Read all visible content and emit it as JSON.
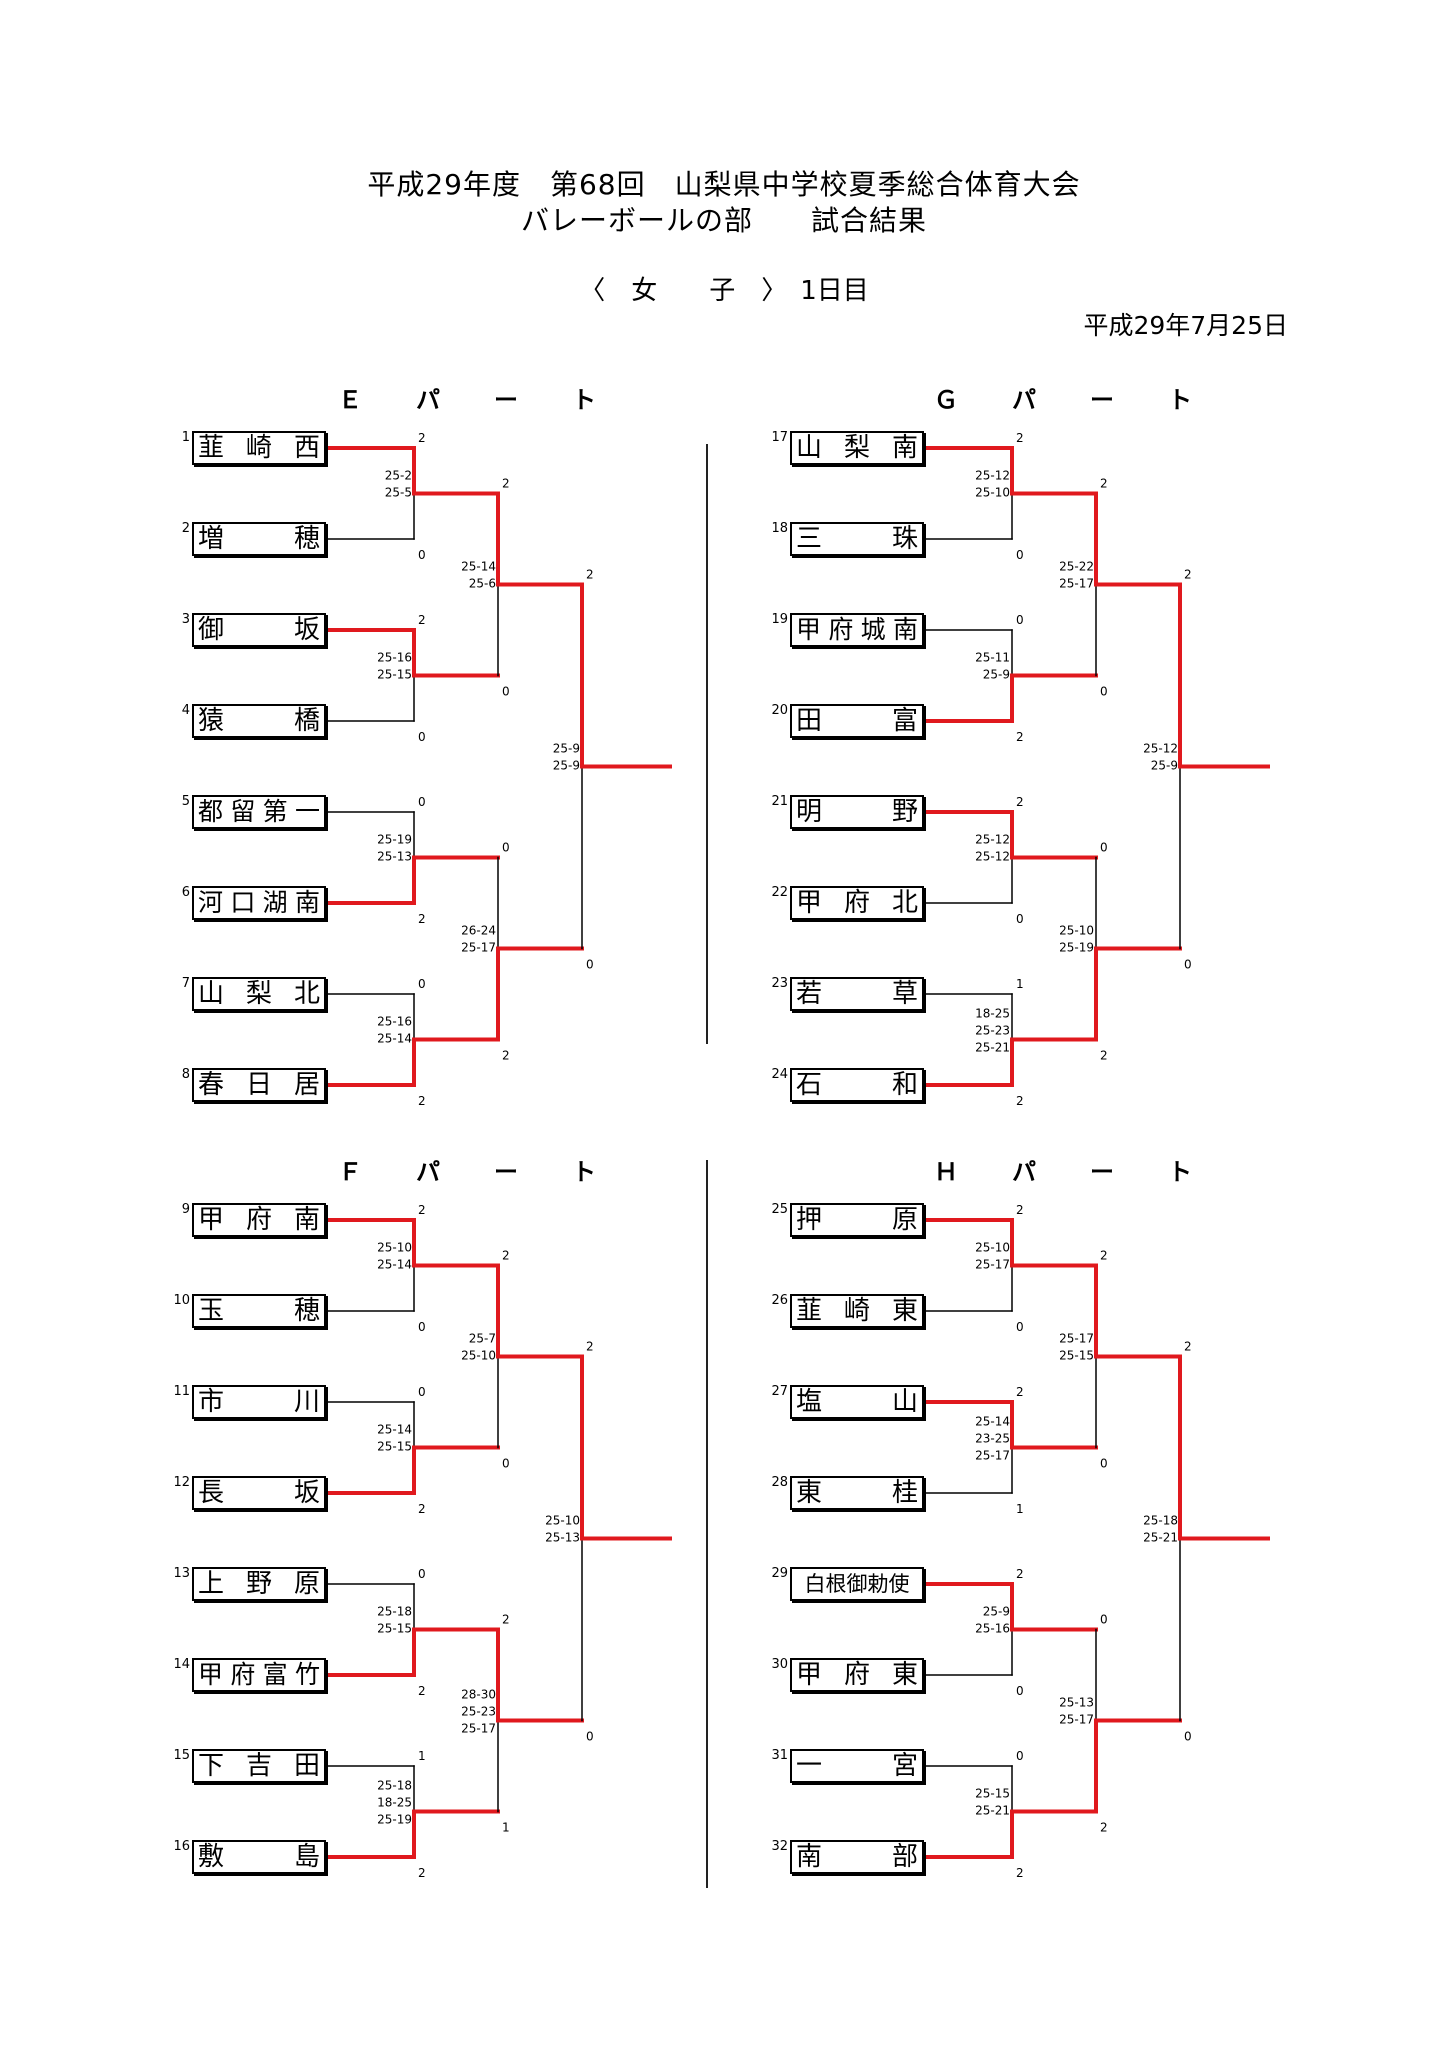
{
  "header": {
    "title_line1": "平成29年度　第68回　山梨県中学校夏季総合体育大会",
    "title_line2": "バレーボールの部　　試合結果",
    "subtitle": "〈　女　　子　〉　1日目",
    "date": "平成29年7月25日"
  },
  "parts": [
    {
      "label": "Ｅパート",
      "teams": [
        {
          "seed": "1",
          "name": "韮崎西",
          "score": "2",
          "win": true
        },
        {
          "seed": "2",
          "name": "増穂",
          "score": "0",
          "win": false
        },
        {
          "seed": "3",
          "name": "御坂",
          "score": "2",
          "win": true
        },
        {
          "seed": "4",
          "name": "猿橋",
          "score": "0",
          "win": false
        },
        {
          "seed": "5",
          "name": "都留第一",
          "score": "0",
          "win": false
        },
        {
          "seed": "6",
          "name": "河口湖南",
          "score": "2",
          "win": true
        },
        {
          "seed": "7",
          "name": "山梨北",
          "score": "0",
          "win": false
        },
        {
          "seed": "8",
          "name": "春日居",
          "score": "2",
          "win": true
        }
      ],
      "r1_sets": [
        [
          "25-2",
          "25-5"
        ],
        [
          "25-16",
          "25-15"
        ],
        [
          "25-19",
          "25-13"
        ],
        [
          "25-16",
          "25-14"
        ]
      ],
      "r2": [
        {
          "sets": [
            "25-14",
            "25-6"
          ],
          "top": "2",
          "bot": "0",
          "topWin": true
        },
        {
          "sets": [
            "26-24",
            "25-17"
          ],
          "top": "0",
          "bot": "2",
          "topWin": false
        }
      ],
      "r3": {
        "sets": [
          "25-9",
          "25-9"
        ],
        "top": "2",
        "bot": "0",
        "topWin": true
      }
    },
    {
      "label": "Ｇパート",
      "teams": [
        {
          "seed": "17",
          "name": "山梨南",
          "score": "2",
          "win": true
        },
        {
          "seed": "18",
          "name": "三珠",
          "score": "0",
          "win": false
        },
        {
          "seed": "19",
          "name": "甲府城南",
          "score": "0",
          "win": false
        },
        {
          "seed": "20",
          "name": "田富",
          "score": "2",
          "win": true
        },
        {
          "seed": "21",
          "name": "明野",
          "score": "2",
          "win": true
        },
        {
          "seed": "22",
          "name": "甲府北",
          "score": "0",
          "win": false
        },
        {
          "seed": "23",
          "name": "若草",
          "score": "1",
          "win": false
        },
        {
          "seed": "24",
          "name": "石和",
          "score": "2",
          "win": true
        }
      ],
      "r1_sets": [
        [
          "25-12",
          "25-10"
        ],
        [
          "25-11",
          "25-9"
        ],
        [
          "25-12",
          "25-12"
        ],
        [
          "18-25",
          "25-23",
          "25-21"
        ]
      ],
      "r2": [
        {
          "sets": [
            "25-22",
            "25-17"
          ],
          "top": "2",
          "bot": "0",
          "topWin": true
        },
        {
          "sets": [
            "25-10",
            "25-19"
          ],
          "top": "0",
          "bot": "2",
          "topWin": false
        }
      ],
      "r3": {
        "sets": [
          "25-12",
          "25-9"
        ],
        "top": "2",
        "bot": "0",
        "topWin": true
      }
    },
    {
      "label": "Ｆパート",
      "teams": [
        {
          "seed": "9",
          "name": "甲府南",
          "score": "2",
          "win": true
        },
        {
          "seed": "10",
          "name": "玉穂",
          "score": "0",
          "win": false
        },
        {
          "seed": "11",
          "name": "市川",
          "score": "0",
          "win": false
        },
        {
          "seed": "12",
          "name": "長坂",
          "score": "2",
          "win": true
        },
        {
          "seed": "13",
          "name": "上野原",
          "score": "0",
          "win": false
        },
        {
          "seed": "14",
          "name": "甲府富竹",
          "score": "2",
          "win": true
        },
        {
          "seed": "15",
          "name": "下吉田",
          "score": "1",
          "win": false
        },
        {
          "seed": "16",
          "name": "敷島",
          "score": "2",
          "win": true
        }
      ],
      "r1_sets": [
        [
          "25-10",
          "25-14"
        ],
        [
          "25-14",
          "25-15"
        ],
        [
          "25-18",
          "25-15"
        ],
        [
          "25-18",
          "18-25",
          "25-19"
        ]
      ],
      "r2": [
        {
          "sets": [
            "25-7",
            "25-10"
          ],
          "top": "2",
          "bot": "0",
          "topWin": true
        },
        {
          "sets": [
            "28-30",
            "25-23",
            "25-17"
          ],
          "top": "2",
          "bot": "1",
          "topWin": true
        }
      ],
      "r3": {
        "sets": [
          "25-10",
          "25-13"
        ],
        "top": "2",
        "bot": "0",
        "topWin": true
      }
    },
    {
      "label": "Ｈパート",
      "teams": [
        {
          "seed": "25",
          "name": "押原",
          "score": "2",
          "win": true
        },
        {
          "seed": "26",
          "name": "韮崎東",
          "score": "0",
          "win": false
        },
        {
          "seed": "27",
          "name": "塩山",
          "score": "2",
          "win": true
        },
        {
          "seed": "28",
          "name": "東桂",
          "score": "1",
          "win": false
        },
        {
          "seed": "29",
          "name": "白根御勅使",
          "score": "2",
          "win": true
        },
        {
          "seed": "30",
          "name": "甲府東",
          "score": "0",
          "win": false
        },
        {
          "seed": "31",
          "name": "一宮",
          "score": "0",
          "win": false
        },
        {
          "seed": "32",
          "name": "南部",
          "score": "2",
          "win": true
        }
      ],
      "r1_sets": [
        [
          "25-10",
          "25-17"
        ],
        [
          "25-14",
          "23-25",
          "25-17"
        ],
        [
          "25-9",
          "25-16"
        ],
        [
          "25-15",
          "25-21"
        ]
      ],
      "r2": [
        {
          "sets": [
            "25-17",
            "25-15"
          ],
          "top": "2",
          "bot": "0",
          "topWin": true
        },
        {
          "sets": [
            "25-13",
            "25-17"
          ],
          "top": "0",
          "bot": "2",
          "topWin": false
        }
      ],
      "r3": {
        "sets": [
          "25-18",
          "25-21"
        ],
        "top": "2",
        "bot": "0",
        "topWin": true
      }
    }
  ],
  "colors": {
    "win": "#e0191e",
    "line": "#000000"
  }
}
